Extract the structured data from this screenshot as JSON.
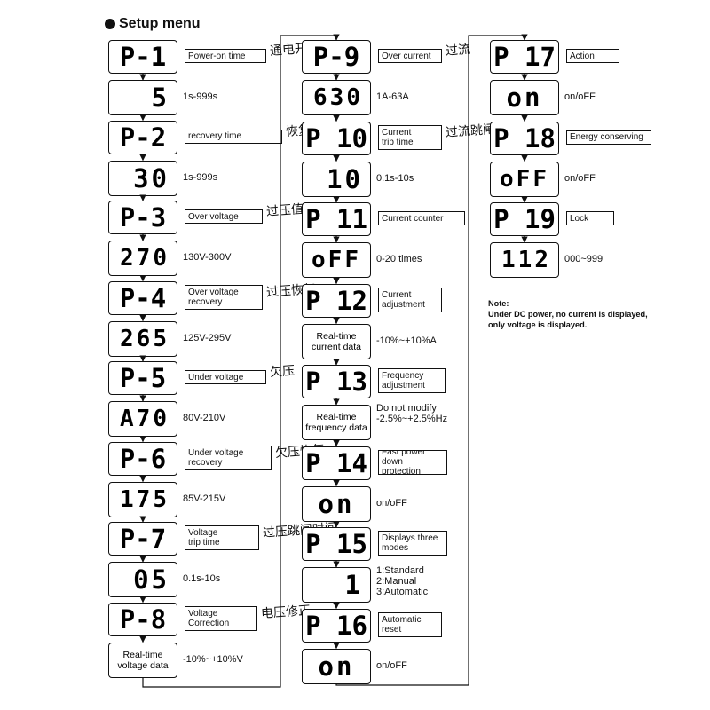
{
  "title": "Setup menu",
  "note": "Note:\nUnder DC power, no current is displayed,\nonly voltage is displayed.",
  "parameters": [
    {
      "code": "P-1",
      "label": "Power-on time",
      "value": "5",
      "range": "1s-999s",
      "annotation": "通电开机时间"
    },
    {
      "code": "P-2",
      "label": "recovery time",
      "value": "30",
      "range": "1s-999s",
      "annotation": "恢复时间"
    },
    {
      "code": "P-3",
      "label": "Over voltage",
      "value": "270",
      "range": "130V-300V",
      "annotation": "过压值"
    },
    {
      "code": "P-4",
      "label": "Over voltage\nrecovery",
      "value": "265",
      "range": "125V-295V",
      "annotation": "过压恢复"
    },
    {
      "code": "P-5",
      "label": "Under voltage",
      "value": "A70",
      "range": "80V-210V",
      "annotation": "欠压"
    },
    {
      "code": "P-6",
      "label": "Under voltage\nrecovery",
      "value": "175",
      "range": "85V-215V",
      "annotation": "欠压恢复"
    },
    {
      "code": "P-7",
      "label": "Voltage\ntrip time",
      "value": "05",
      "range": "0.1s-10s",
      "annotation": "过压跳闸时间"
    },
    {
      "code": "P-8",
      "label": "Voltage\nCorrection",
      "value": "Real-time\nvoltage  data",
      "range": "-10%~+10%V",
      "annotation": "电压修正"
    },
    {
      "code": "P-9",
      "label": "Over current",
      "value": "630",
      "range": "1A-63A",
      "annotation": "过流"
    },
    {
      "code": "P 10",
      "label": "Current\ntrip time",
      "value": "10",
      "range": "0.1s-10s",
      "annotation": "过流跳闸时间"
    },
    {
      "code": "P 11",
      "label": "Current counter",
      "value": "oFF",
      "range": "0-20 times",
      "annotation": ""
    },
    {
      "code": "P 12",
      "label": "Current\nadjustment",
      "value": "Real-time\ncurrent data",
      "range": "-10%~+10%A",
      "annotation": ""
    },
    {
      "code": "P 13",
      "label": "Frequency\nadjustment",
      "value": "Real-time\nfrequency data",
      "range": "Do not modify\n-2.5%~+2.5%Hz",
      "annotation": ""
    },
    {
      "code": "P 14",
      "label": "Fast power\ndown protection",
      "value": "on",
      "range": "on/oFF",
      "annotation": ""
    },
    {
      "code": "P 15",
      "label": "Displays three\nmodes",
      "value": "1",
      "range": "1:Standard\n2:Manual\n3:Automatic",
      "annotation": ""
    },
    {
      "code": "P 16",
      "label": "Automatic\nreset",
      "value": "on",
      "range": "on/oFF",
      "annotation": ""
    },
    {
      "code": "P 17",
      "label": "Action",
      "value": "on",
      "range": "on/oFF",
      "annotation": ""
    },
    {
      "code": "P 18",
      "label": "Energy conserving",
      "value": "oFF",
      "range": "on/oFF",
      "annotation": ""
    },
    {
      "code": "P 19",
      "label": "Lock",
      "value": "112",
      "range": "000~999",
      "annotation": ""
    }
  ]
}
